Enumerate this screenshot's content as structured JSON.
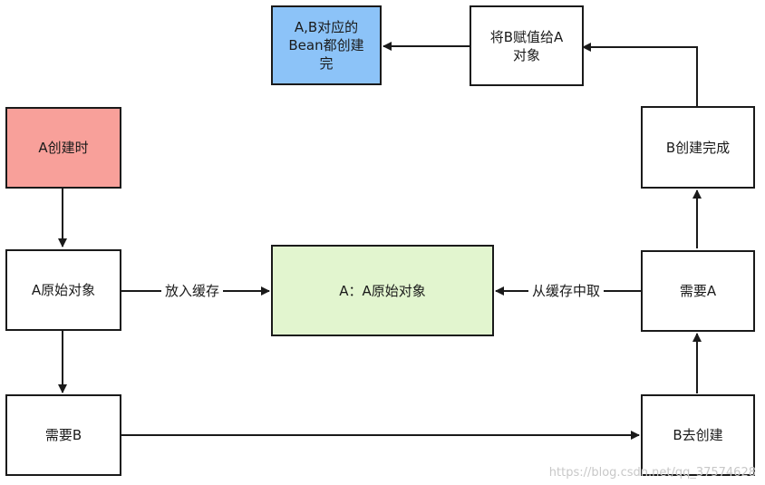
{
  "nodes": {
    "a_create": "A创建时",
    "a_raw": "A原始对象",
    "need_b": "需要B",
    "cache": "A：A原始对象",
    "b_create": "B去创建",
    "need_a": "需要A",
    "b_done": "B创建完成",
    "assign": "将B赋值给A对象",
    "all_done": "A,B对应的Bean都创建完"
  },
  "edge_labels": {
    "put_cache": "放入缓存",
    "get_cache": "从缓存中取"
  },
  "watermark": "https://blog.csdn.net/qq_37574628",
  "colors": {
    "start": "#f8a09a",
    "end": "#8cc3f8",
    "cache": "#e2f5cf"
  }
}
